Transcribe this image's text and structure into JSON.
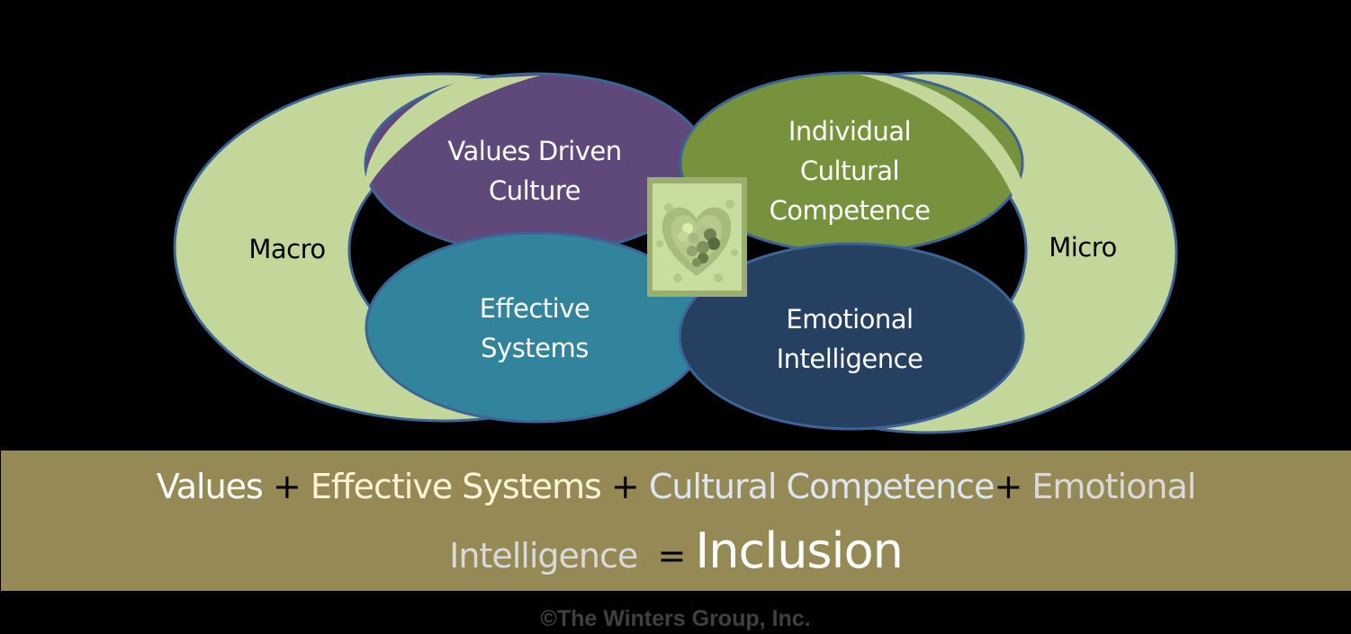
{
  "colors": {
    "background": "#000000",
    "outline": "#3C6496",
    "outer_ring_fill": "#C4D79B",
    "values_driven_culture_fill": "#5F497A",
    "effective_systems_fill": "#31849B",
    "individual_cultural_competence_fill": "#76923C",
    "emotional_intelligence_fill": "#254061",
    "banner_fill": "#958A56",
    "copyright_text": "#404040"
  },
  "diagram": {
    "outer_left_label": "Macro",
    "outer_right_label": "Micro",
    "segments": [
      {
        "id": "values-driven-culture",
        "lines": [
          "Values Driven",
          "Culture"
        ]
      },
      {
        "id": "effective-systems",
        "lines": [
          "Effective",
          "Systems"
        ]
      },
      {
        "id": "individual-cultural-competence",
        "lines": [
          "Individual",
          "Cultural",
          "Competence"
        ]
      },
      {
        "id": "emotional-intelligence",
        "lines": [
          "Emotional",
          "Intelligence"
        ]
      }
    ],
    "center_icon": "heart-icon"
  },
  "equation": {
    "terms": [
      {
        "text": "Values",
        "color": "#FFFFFF"
      },
      {
        "text": " + ",
        "color": "#000000"
      },
      {
        "text": "Effective Systems",
        "color": "#FFF5D6"
      },
      {
        "text": " + ",
        "color": "#000000"
      },
      {
        "text": "Cultural Competence",
        "color": "#DCE6F2"
      },
      {
        "text": "+ ",
        "color": "#000000"
      },
      {
        "text": "Emotional",
        "color": "#D9D9D9"
      },
      {
        "text": "Intelligence",
        "color": "#D9D9D9"
      },
      {
        "text": "  = ",
        "color": "#000000"
      },
      {
        "text": "Inclusion",
        "color": "#FFFFFF"
      }
    ]
  },
  "copyright": "©The Winters Group, Inc."
}
